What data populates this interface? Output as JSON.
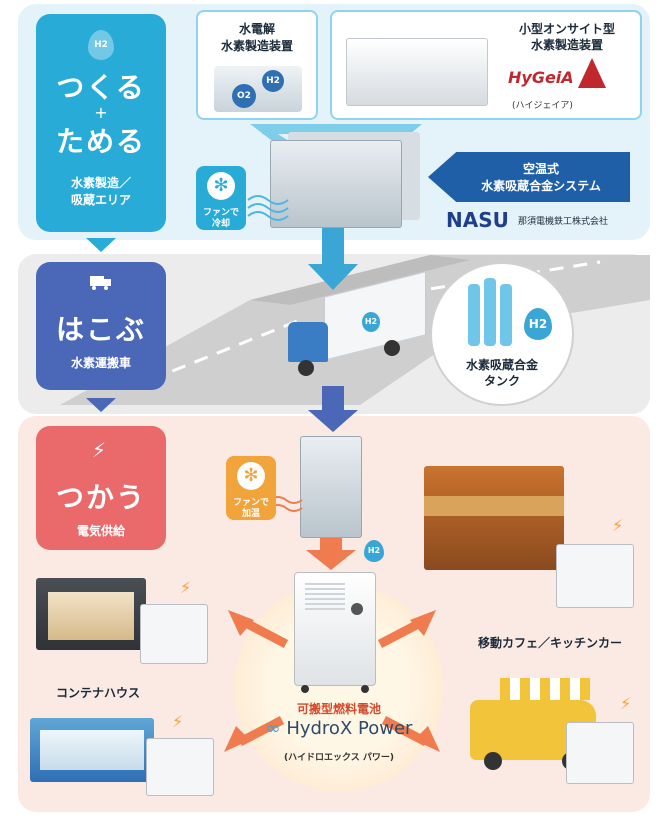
{
  "stage_make": {
    "title_line1": "つくる",
    "plus": "+",
    "title_line2": "ためる",
    "subtitle_line1": "水素製造／",
    "subtitle_line2": "吸蔵エリア",
    "h2": "H2"
  },
  "stage_carry": {
    "title": "はこぶ",
    "subtitle": "水素運搬車"
  },
  "stage_use": {
    "title": "つかう",
    "subtitle": "電気供給"
  },
  "electrolysis": {
    "line1": "水電解",
    "line2": "水素製造装置",
    "o2": "O2",
    "h2": "H2"
  },
  "onsite": {
    "line1": "小型オンサイト型",
    "line2": "水素製造装置",
    "logo": "HyGeiA",
    "reading": "(ハイジェイア)",
    "logo_text": "HyGeiA"
  },
  "air_cooled": {
    "line1": "空温式",
    "line2": "水素吸蔵合金システム"
  },
  "nasu": {
    "logo": "NASU",
    "company": "那須電機鉄工株式会社"
  },
  "fan_cool": {
    "line1": "ファンで",
    "line2": "冷却"
  },
  "fan_heat": {
    "line1": "ファンで",
    "line2": "加温"
  },
  "tank": {
    "line1": "水素吸蔵合金",
    "line2": "タンク",
    "h2": "H2"
  },
  "truck": {
    "h2": "H2"
  },
  "fuel_cell": {
    "line1": "可搬型燃料電池",
    "brand": "HydroX Power",
    "reading": "(ハイドロエックス パワー)",
    "h2": "H2"
  },
  "container_house": {
    "label": "コンテナハウス"
  },
  "cafe": {
    "label": "移動カフェ／キッチンカー"
  },
  "colors": {
    "make": "#29abd8",
    "carry": "#4a67b8",
    "use": "#ea6a6c",
    "arrow_orange": "#ef7b4e",
    "band_blue": "#e4f3fa",
    "band_gray": "#ececec",
    "band_pink": "#fbe9e3"
  }
}
